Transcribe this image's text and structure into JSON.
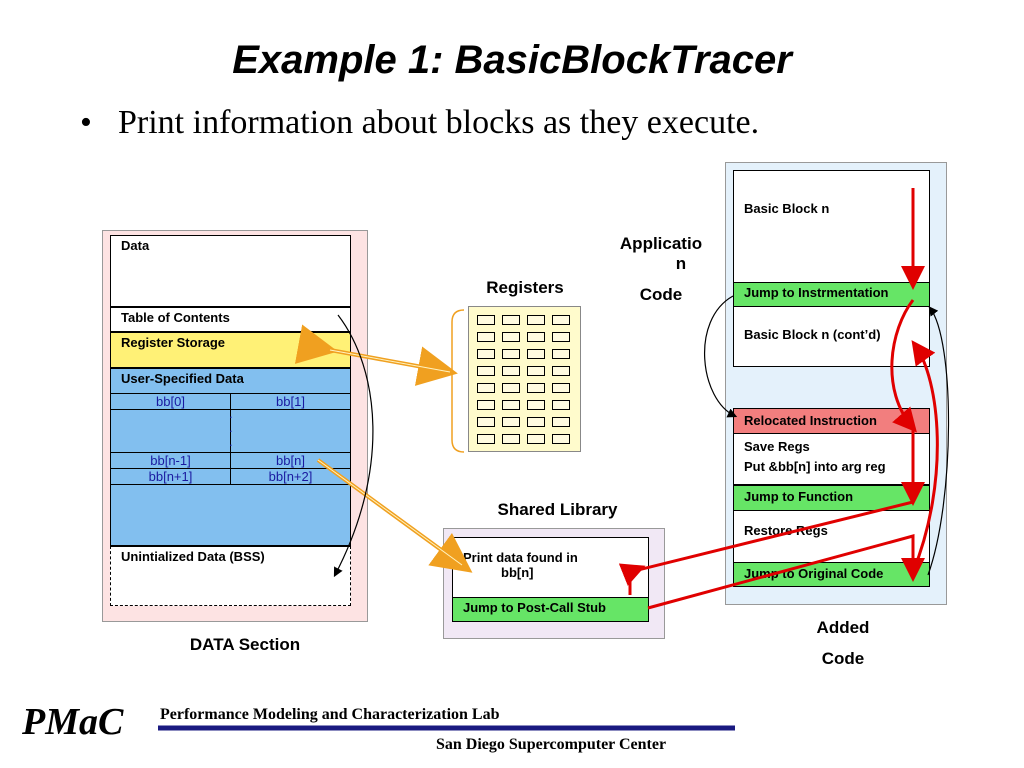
{
  "title": "Example 1: BasicBlockTracer",
  "bullet": {
    "marker": "•",
    "text": "Print information about blocks as they execute."
  },
  "data_section": {
    "label": "DATA Section",
    "data": "Data",
    "toc": "Table of Contents",
    "register_storage": "Register Storage",
    "user_data": "User-Specified Data",
    "bb_rows": [
      [
        "bb[0]",
        "bb[1]"
      ],
      [
        "bb[n-1]",
        "bb[n]"
      ],
      [
        "bb[n+1]",
        "bb[n+2]"
      ]
    ],
    "dots": ".",
    "bss": "Unintialized Data (BSS)"
  },
  "registers": {
    "label": "Registers"
  },
  "shared_library": {
    "label": "Shared Library",
    "print_line1": "Print data found in",
    "print_line2": "bb[n]",
    "jump_post_call": "Jump to Post-Call Stub"
  },
  "application_code": {
    "label_line1": "Applicatio",
    "label_line2": "n",
    "label_line3": "Code"
  },
  "added_code": {
    "label_line1": "Added",
    "label_line2": "Code"
  },
  "right_column": {
    "basic_block_n": "Basic Block n",
    "jump_instr": "Jump to Instrmentation",
    "basic_block_cont": "Basic Block n (cont’d)",
    "relocated": "Relocated Instruction",
    "save_regs": "Save Regs",
    "put_bb": "Put &bb[n] into arg reg",
    "jump_function": "Jump to Function",
    "restore_regs": "Restore Regs",
    "jump_original": "Jump to Original Code"
  },
  "colors": {
    "yellow": "#fff176",
    "blue": "#82bfef",
    "green": "#66e566",
    "red_box": "#f27e7e",
    "pink_bg": "#fde3e3",
    "light_blue_bg": "#e4f1fb",
    "lavender_bg": "#f1e8f5",
    "arrow_red": "#e00000",
    "arrow_orange": "#f0a020",
    "navy": "#1a1a80"
  },
  "footer": {
    "logo": "PMaC",
    "lab": "Performance Modeling and Characterization Lab",
    "center": "San Diego Supercomputer Center"
  }
}
